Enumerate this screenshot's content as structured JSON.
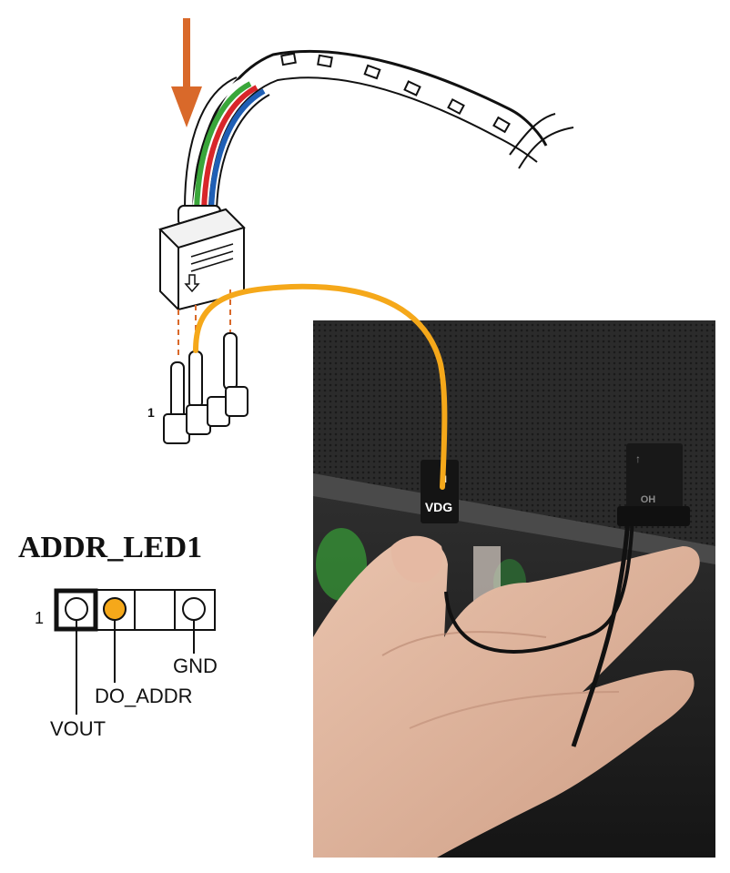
{
  "header": {
    "name": "ADDR_LED1",
    "pin1_marker": "1",
    "pins": [
      {
        "index": 1,
        "label": "VOUT",
        "filled": false
      },
      {
        "index": 2,
        "label": "DO_ADDR",
        "filled": true
      },
      {
        "index": 3,
        "label": "",
        "filled": false,
        "missing": true
      },
      {
        "index": 4,
        "label": "GND",
        "filled": false
      }
    ]
  },
  "connector_illustration": {
    "pin1_marker": "1"
  },
  "photo": {
    "connector_left_label": "VDG",
    "connector_left_small": "H",
    "connector_right_small": "OH"
  },
  "colors": {
    "arrow": "#d9692a",
    "signal_wire": "#f5a81a",
    "filled_pin": "#f5a81a",
    "wire_green": "#3aa63a",
    "wire_red": "#d8262a",
    "wire_blue": "#1f5fb5"
  }
}
